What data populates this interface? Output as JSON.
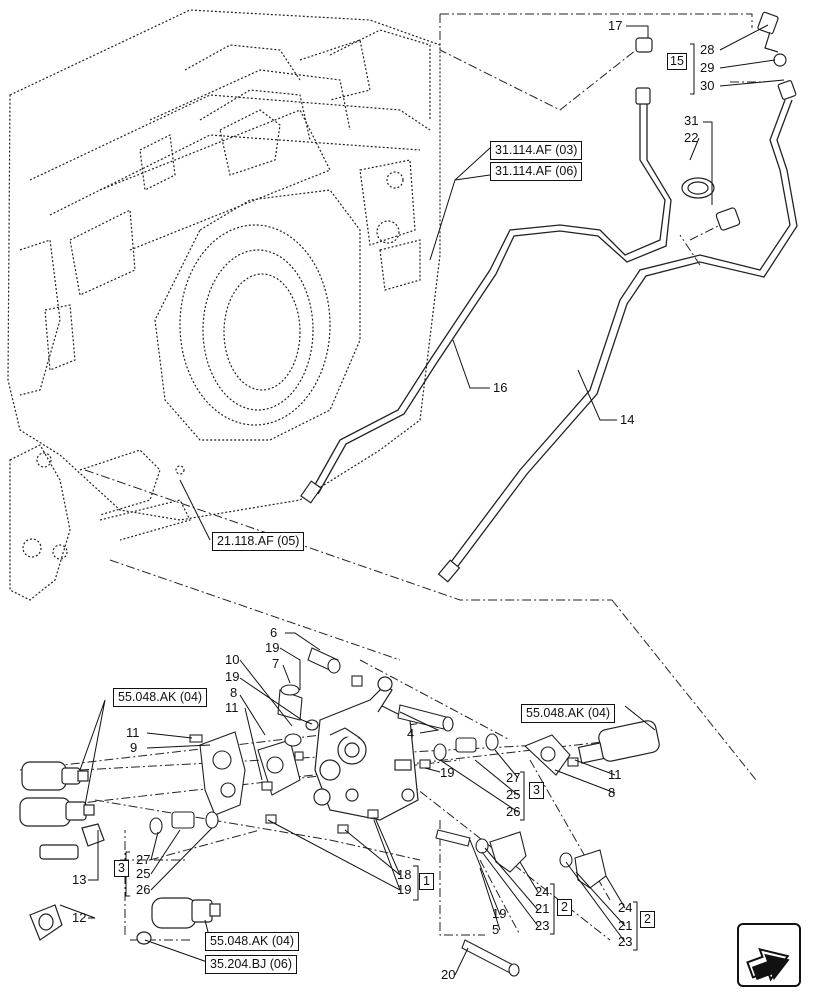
{
  "callouts": {
    "c14": "14",
    "c16": "16",
    "c17": "17",
    "c22": "22",
    "c31": "31",
    "c28": "28",
    "c29": "29",
    "c30": "30",
    "c6": "6",
    "c19a": "19",
    "c7": "7",
    "c10": "10",
    "c19b": "19",
    "c8a": "8",
    "c11a": "11",
    "c11b": "11",
    "c9": "9",
    "c4": "4",
    "c19c": "19",
    "c27a": "27",
    "c25a": "25",
    "c26a": "26",
    "c11c": "11",
    "c8b": "8",
    "c27b": "27",
    "c25b": "25",
    "c26b": "26",
    "c13": "13",
    "c12": "12",
    "c18": "18",
    "c19d": "19",
    "c19e": "19",
    "c5": "5",
    "c24a": "24",
    "c21a": "21",
    "c23a": "23",
    "c24b": "24",
    "c21b": "21",
    "c23b": "23",
    "c20": "20"
  },
  "group_boxes": {
    "g15": "15",
    "g3a": "3",
    "g3b": "3",
    "g1": "1",
    "g2a": "2",
    "g2b": "2"
  },
  "references": {
    "r31114_03": "31.114.AF (03)",
    "r31114_06": "31.114.AF (06)",
    "r21118_05": "21.118.AF (05)",
    "r55048_left": "55.048.AK (04)",
    "r55048_right": "55.048.AK (04)",
    "r55048_bottom": "55.048.AK (04)",
    "r35204_06": "35.204.BJ (06)"
  },
  "icons": {
    "nav": "next-page-arrow-icon"
  }
}
